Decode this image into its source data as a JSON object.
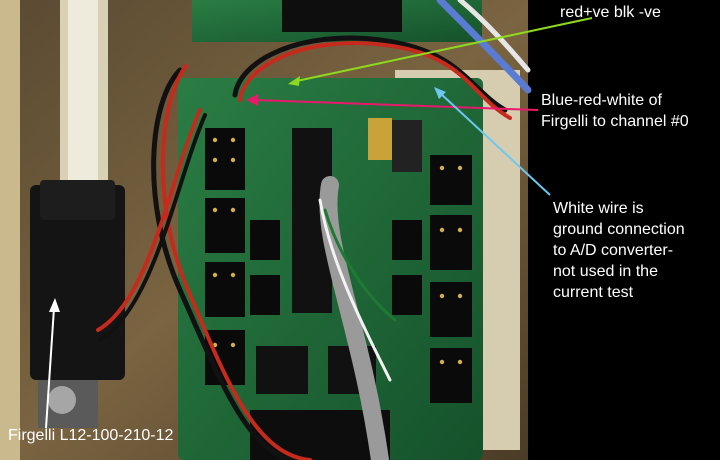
{
  "annotations": {
    "power_wire": "red+ve blk -ve",
    "blue_red_white": "Blue-red-white of\nFirgelli to channel #0",
    "white_wire": "White wire is\nground connection\nto A/D converter-\nnot used in the\ncurrent test",
    "actuator": "Firgelli L12-100-210-12"
  },
  "colors": {
    "background_right": "#000000",
    "label_text": "#ffffff",
    "pointer_power": "#8ed81e",
    "pointer_channel": "#e8196a",
    "pointer_ground": "#6ec7ef",
    "pointer_actuator": "#ffffff",
    "pcb": "#1f6a3a"
  }
}
